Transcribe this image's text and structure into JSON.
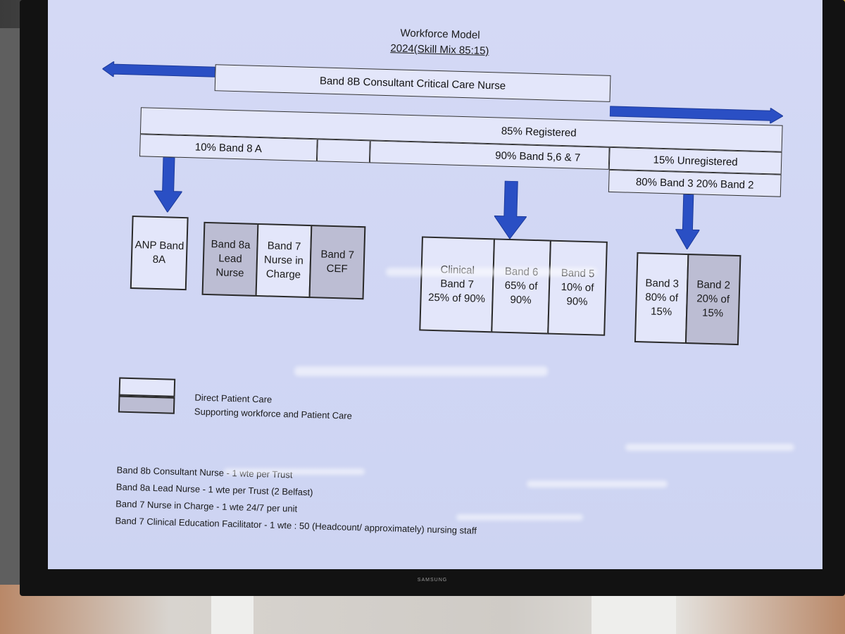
{
  "title": {
    "line1": "Workforce Model",
    "line2": "2024(Skill Mix 85:15)"
  },
  "top_bar": {
    "label": "Band 8B Consultant Critical Care Nurse"
  },
  "registered_bar": {
    "label": "85% Registered"
  },
  "unregistered_bar": {
    "label": "15% Unregistered"
  },
  "row_segments": {
    "band8a": "10% Band 8 A",
    "blank": "",
    "band567": "90% Band 5,6 & 7",
    "band32": "80% Band 3 20% Band 2"
  },
  "anp_box": {
    "line1": "ANP Band",
    "line2": "8A"
  },
  "group_8a": [
    {
      "line1": "Band 8a",
      "line2": "Lead",
      "line3": "Nurse",
      "shaded": true
    },
    {
      "line1": "Band 7",
      "line2": "Nurse in",
      "line3": "Charge",
      "shaded": false
    },
    {
      "line1": "Band 7 CEF",
      "line2": "",
      "line3": "",
      "shaded": true
    }
  ],
  "group_567": [
    {
      "line1": "Clinical",
      "line2": "Band 7",
      "line3": "25% of 90%"
    },
    {
      "line1": "Band 6",
      "line2": "65% of 90%",
      "line3": ""
    },
    {
      "line1": "Band 5",
      "line2": "10% of 90%",
      "line3": ""
    }
  ],
  "group_32": [
    {
      "line1": "Band 3",
      "line2": "80% of",
      "line3": "15%"
    },
    {
      "line1": "Band 2",
      "line2": "20% of",
      "line3": "15%"
    }
  ],
  "legend": {
    "direct": "Direct Patient Care",
    "supporting": "Supporting workforce and Patient Care"
  },
  "notes": [
    "Band 8b Consultant Nurse - 1 wte per Trust",
    "Band 8a Lead Nurse - 1 wte per Trust (2 Belfast)",
    "Band 7 Nurse in Charge - 1 wte 24/7 per unit",
    "Band 7 Clinical Education Facilitator - 1 wte : 50 (Headcount/ approximately) nursing staff"
  ],
  "monitor_brand": "SAMSUNG",
  "colors": {
    "arrow": "#2a4fc4",
    "screen_bg": "#d4d9f5",
    "shaded_box": "#bcbdd3",
    "unshaded_box": "#e3e6fa"
  }
}
